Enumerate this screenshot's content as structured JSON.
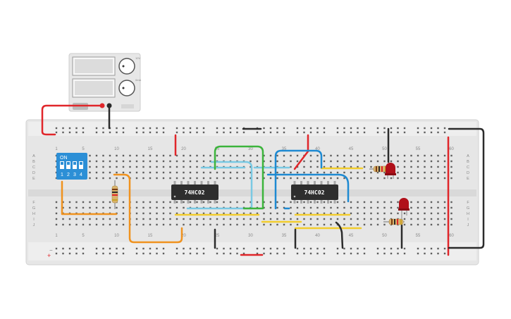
{
  "power_supply": {
    "knob_markers": [
      "10V",
      "0mA"
    ]
  },
  "breadboard": {
    "column_numbers": [
      "1",
      "5",
      "10",
      "15",
      "20",
      "25",
      "30",
      "35",
      "40",
      "45",
      "50",
      "55",
      "60"
    ],
    "row_letters_top": [
      "A",
      "B",
      "C",
      "D",
      "E"
    ],
    "row_letters_bottom": [
      "F",
      "G",
      "H",
      "I",
      "J"
    ],
    "rail_signs": {
      "minus": "−",
      "plus": "+"
    }
  },
  "dip_switch": {
    "label_on": "ON",
    "positions": [
      "1",
      "2",
      "3",
      "4"
    ]
  },
  "ics": [
    {
      "part": "74HC02"
    },
    {
      "part": "74HC02"
    }
  ],
  "leds": [
    {
      "color": "red"
    },
    {
      "color": "red"
    }
  ],
  "colors": {
    "board": "#e6e6e6",
    "wire_red": "#e0262a",
    "wire_black": "#2b2b2b",
    "wire_orange": "#f0921e",
    "wire_green": "#3cb43c",
    "wire_blue": "#1e8ad2",
    "wire_cyan": "#7ac9e3",
    "wire_yellow": "#f2cd2e",
    "switch_blue": "#2c8fd6",
    "chip": "#2e2e2e",
    "led_red": "#b0101a"
  }
}
